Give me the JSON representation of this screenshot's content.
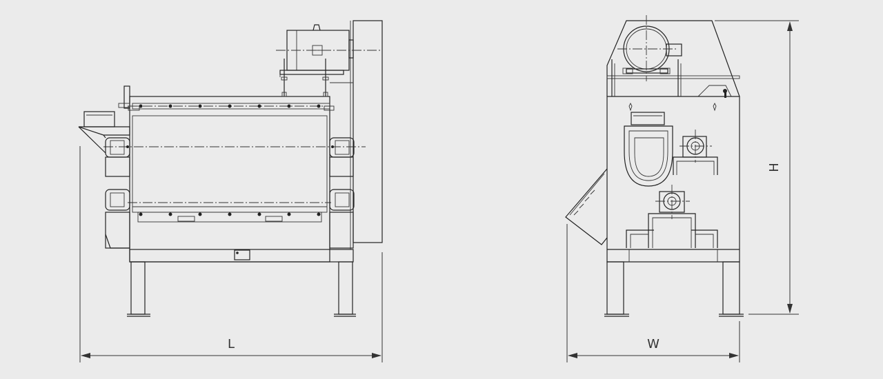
{
  "dimensions": {
    "length_label": "L",
    "width_label": "W",
    "height_label": "H"
  },
  "colors": {
    "background": "#ebebeb",
    "line": "#222222"
  }
}
